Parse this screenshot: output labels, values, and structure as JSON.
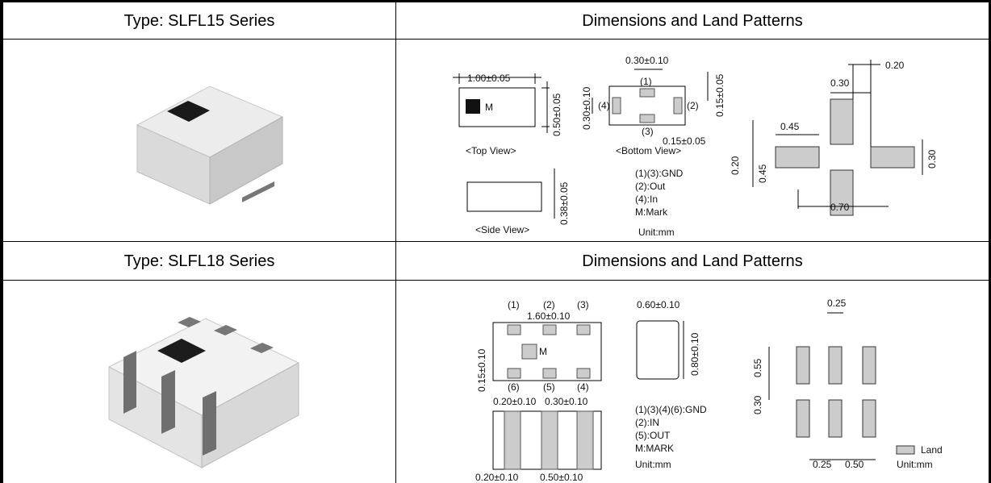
{
  "rows": [
    {
      "type_label": "Type: SLFL15 Series",
      "dims_label": "Dimensions and Land Patterns",
      "top_view": {
        "width": "1.00±0.05",
        "height": "0.50±0.05",
        "mark": "M",
        "caption": "<Top View>"
      },
      "bottom_view": {
        "pad_width": "0.30±0.10",
        "pad_len": "0.30±0.10",
        "side_pad": "0.15±0.05",
        "bottom_pad": "0.15±0.05",
        "p1": "(1)",
        "p2": "(2)",
        "p3": "(3)",
        "p4": "(4)",
        "caption": "<Bottom View>"
      },
      "side_view": {
        "height": "0.38±0.05",
        "caption": "<Side View>"
      },
      "legend": [
        "(1)(3):GND",
        "(2):Out",
        "(4):In",
        "M:Mark"
      ],
      "unit": "Unit:mm",
      "land": {
        "a": "0.20",
        "b": "0.30",
        "c": "0.45",
        "d": "0.20",
        "e": "0.45",
        "f": "0.30",
        "g": "0.70"
      }
    },
    {
      "type_label": "Type: SLFL18 Series",
      "dims_label": "Dimensions and Land Patterns",
      "top_view": {
        "p1": "(1)",
        "p2": "(2)",
        "p3": "(3)",
        "p4": "(4)",
        "p5": "(5)",
        "p6": "(6)",
        "width": "1.60±0.10",
        "edge": "0.15±0.10",
        "mark": "M"
      },
      "side_view": {
        "w": "0.60±0.10",
        "h": "0.80±0.10"
      },
      "bottom_view": {
        "a": "0.20±0.10",
        "b": "0.30±0.10",
        "c": "0.20±0.10",
        "d": "0.50±0.10"
      },
      "legend": [
        "(1)(3)(4)(6):GND",
        "(2):IN",
        "(5):OUT",
        "M:MARK"
      ],
      "unit": "Unit:mm",
      "land": {
        "top": "0.25",
        "left1": "0.55",
        "left2": "0.30",
        "b1": "0.25",
        "b2": "0.50",
        "legend": "Land",
        "unit": "Unit:mm"
      }
    }
  ]
}
